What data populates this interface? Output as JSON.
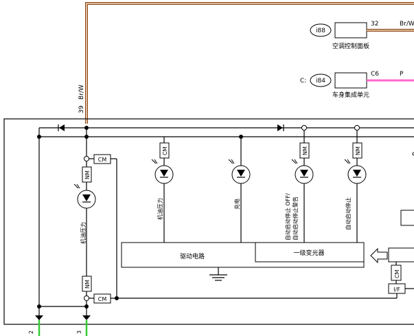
{
  "connectors": {
    "i88": {
      "id": "i88",
      "name": "空调控制面板",
      "pin": "32",
      "wire_color": "Br/W"
    },
    "i84": {
      "id": "i84",
      "prefix": "C:",
      "name": "车身集成单元",
      "pin": "C6",
      "wire_color": "P"
    }
  },
  "main_wire": {
    "pin": "39",
    "wire_color": "Br/W"
  },
  "lamps": {
    "oil1": {
      "label": "机油压力",
      "tag_cm": "CM",
      "tag_nm": "NM"
    },
    "oil2": {
      "label": "机油压力",
      "tag_cm": "CM"
    },
    "charge": {
      "label": "充电"
    },
    "idle_off": {
      "label": "自动启动停止 OFF/\n自动启动停止警告",
      "tag_nm": "NM"
    },
    "idle": {
      "label": "自动启动停止",
      "tag_nm": "NM"
    }
  },
  "blocks": {
    "driver": "驱动电路",
    "dimmer": "一级变光器",
    "cm_bottom": "CM",
    "nm_bottom": "NM",
    "cm_right": "CM",
    "if_right": "I/F"
  },
  "bottom_pins": [
    "2",
    "3"
  ],
  "colors": {
    "br_w_outer": "#8B4513",
    "br_w_inner": "#f4e0c8",
    "p_wire": "#ff66cc",
    "green_wire": "#33cc33"
  }
}
